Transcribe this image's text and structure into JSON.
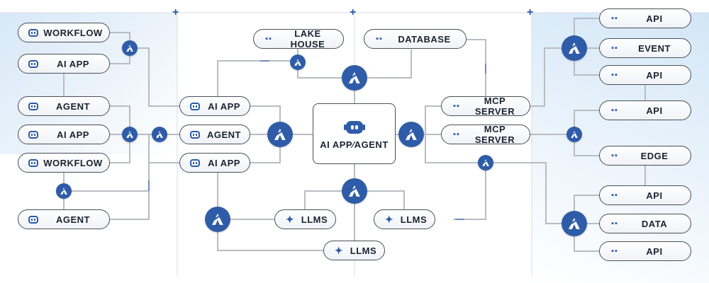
{
  "left_column": {
    "pills": [
      "WORKFLOW",
      "AI APP",
      "AGENT",
      "AI APP",
      "WORKFLOW",
      "AGENT"
    ]
  },
  "middle_column": {
    "pills": [
      "AI APP",
      "AGENT",
      "AI APP"
    ],
    "lake_house": "LAKE HOUSE",
    "database": "DATABASE",
    "llms": [
      "LLMS",
      "LLMS",
      "LLMS"
    ]
  },
  "center": {
    "label": "AI APP∕AGENT"
  },
  "mcp": [
    "MCP SERVER",
    "MCP SERVER"
  ],
  "right_column": {
    "pills": [
      "API",
      "EVENT",
      "API",
      "API",
      "EDGE",
      "API",
      "DATA",
      "API"
    ]
  },
  "colors": {
    "accent": "#2f5ca8",
    "glow": "#dcecf8",
    "line": "#b9bcc2"
  },
  "icons": {
    "hub": "a-logo-icon",
    "app": "robot-face-icon",
    "service": "dots-icon",
    "llm": "sparkle-icon"
  }
}
